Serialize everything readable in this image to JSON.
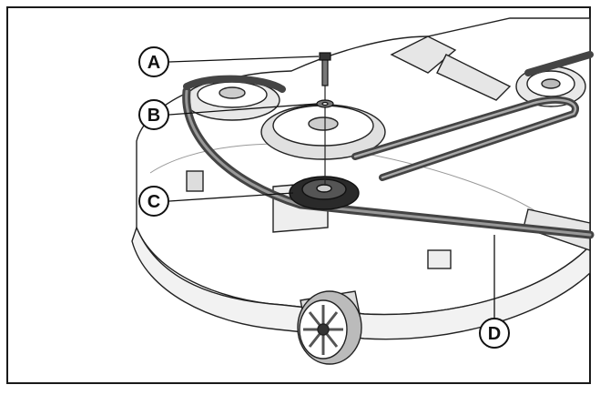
{
  "diagram": {
    "callouts": [
      {
        "id": "a",
        "letter": "A",
        "part": "bolt"
      },
      {
        "id": "b",
        "letter": "B",
        "part": "washer"
      },
      {
        "id": "c",
        "letter": "C",
        "part": "idler-pulley"
      },
      {
        "id": "d",
        "letter": "D",
        "part": "belt"
      }
    ]
  },
  "colors": {
    "line": "#1a1a1a",
    "fill": "#ffffff",
    "shade": "#d9d9d9",
    "dark": "#3a3a3a",
    "belt": "#555555"
  }
}
